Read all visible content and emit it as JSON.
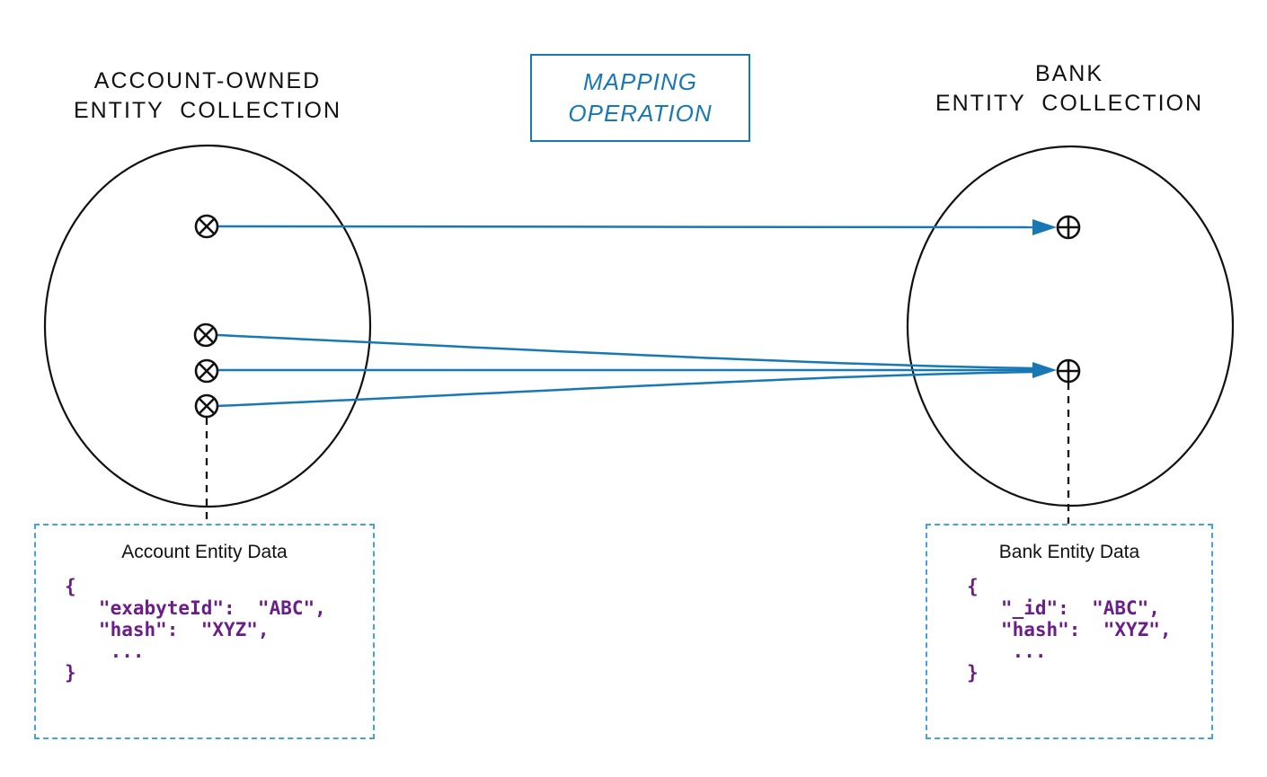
{
  "diagram": {
    "left_collection": {
      "title": [
        "ACCOUNT-OWNED",
        "ENTITY  COLLECTION"
      ],
      "point_icon": "circle-x-icon",
      "point_glyph": "⊗",
      "point_count": 4
    },
    "right_collection": {
      "title": [
        "BANK",
        "ENTITY  COLLECTION"
      ],
      "point_icon": "circle-plus-icon",
      "point_glyph": "⊕",
      "point_count": 2
    },
    "mapping_box": {
      "title": [
        "MAPPING",
        "OPERATION"
      ]
    },
    "account_box": {
      "title": "Account Entity Data",
      "code": [
        "{",
        "   \"exabyteId\":  \"ABC\",",
        "   \"hash\":  \"XYZ\",",
        "    ...",
        "}"
      ]
    },
    "bank_box": {
      "title": "Bank Entity Data",
      "code": [
        "{",
        "   \"_id\":  \"ABC\",",
        "   \"hash\":  \"XYZ\",",
        "    ...",
        "}"
      ]
    },
    "colors": {
      "arrow_blue": "#1878b4",
      "dashed_box_blue": "#45a2d8",
      "code_purple": "#6b1e87",
      "ink_black": "#111111"
    }
  }
}
